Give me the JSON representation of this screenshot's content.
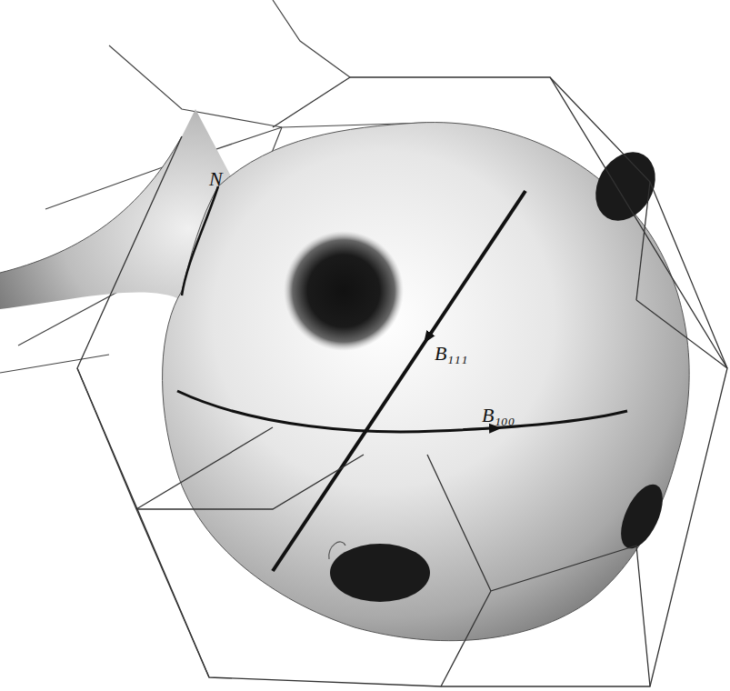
{
  "diagram": {
    "labels": [
      "N",
      "B₁₁₁",
      "B₁₀₀"
    ]
  }
}
